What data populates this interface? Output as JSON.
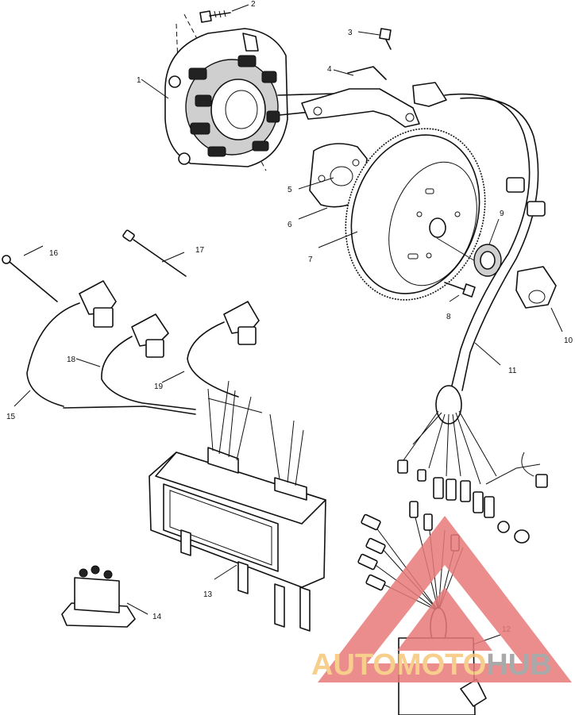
{
  "callouts": [
    "1",
    "2",
    "3",
    "4",
    "5",
    "6",
    "7",
    "8",
    "9",
    "10",
    "11",
    "12",
    "13",
    "14",
    "15",
    "16",
    "17",
    "18",
    "19"
  ],
  "watermark": {
    "part1": "AUTO",
    "part2": "MOTO",
    "part3": "HUB",
    "color_orange": "#f6c678",
    "color_red": "#e87a7a",
    "color_gray": "#9b9b9b"
  }
}
